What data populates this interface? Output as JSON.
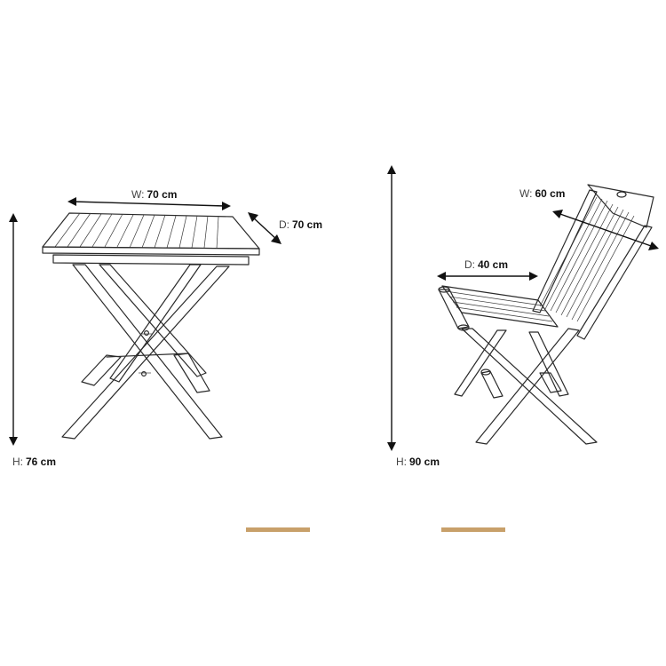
{
  "table": {
    "width": {
      "key": "W:",
      "value": "70 cm"
    },
    "depth": {
      "key": "D:",
      "value": "70 cm"
    },
    "height": {
      "key": "H:",
      "value": "76 cm"
    }
  },
  "chair": {
    "width": {
      "key": "W:",
      "value": "60 cm"
    },
    "depth": {
      "key": "D:",
      "value": "40 cm"
    },
    "height": {
      "key": "H:",
      "value": "90 cm"
    }
  },
  "colors": {
    "ink": "#2a2a2a",
    "accent_bar": "#c8a06a"
  }
}
